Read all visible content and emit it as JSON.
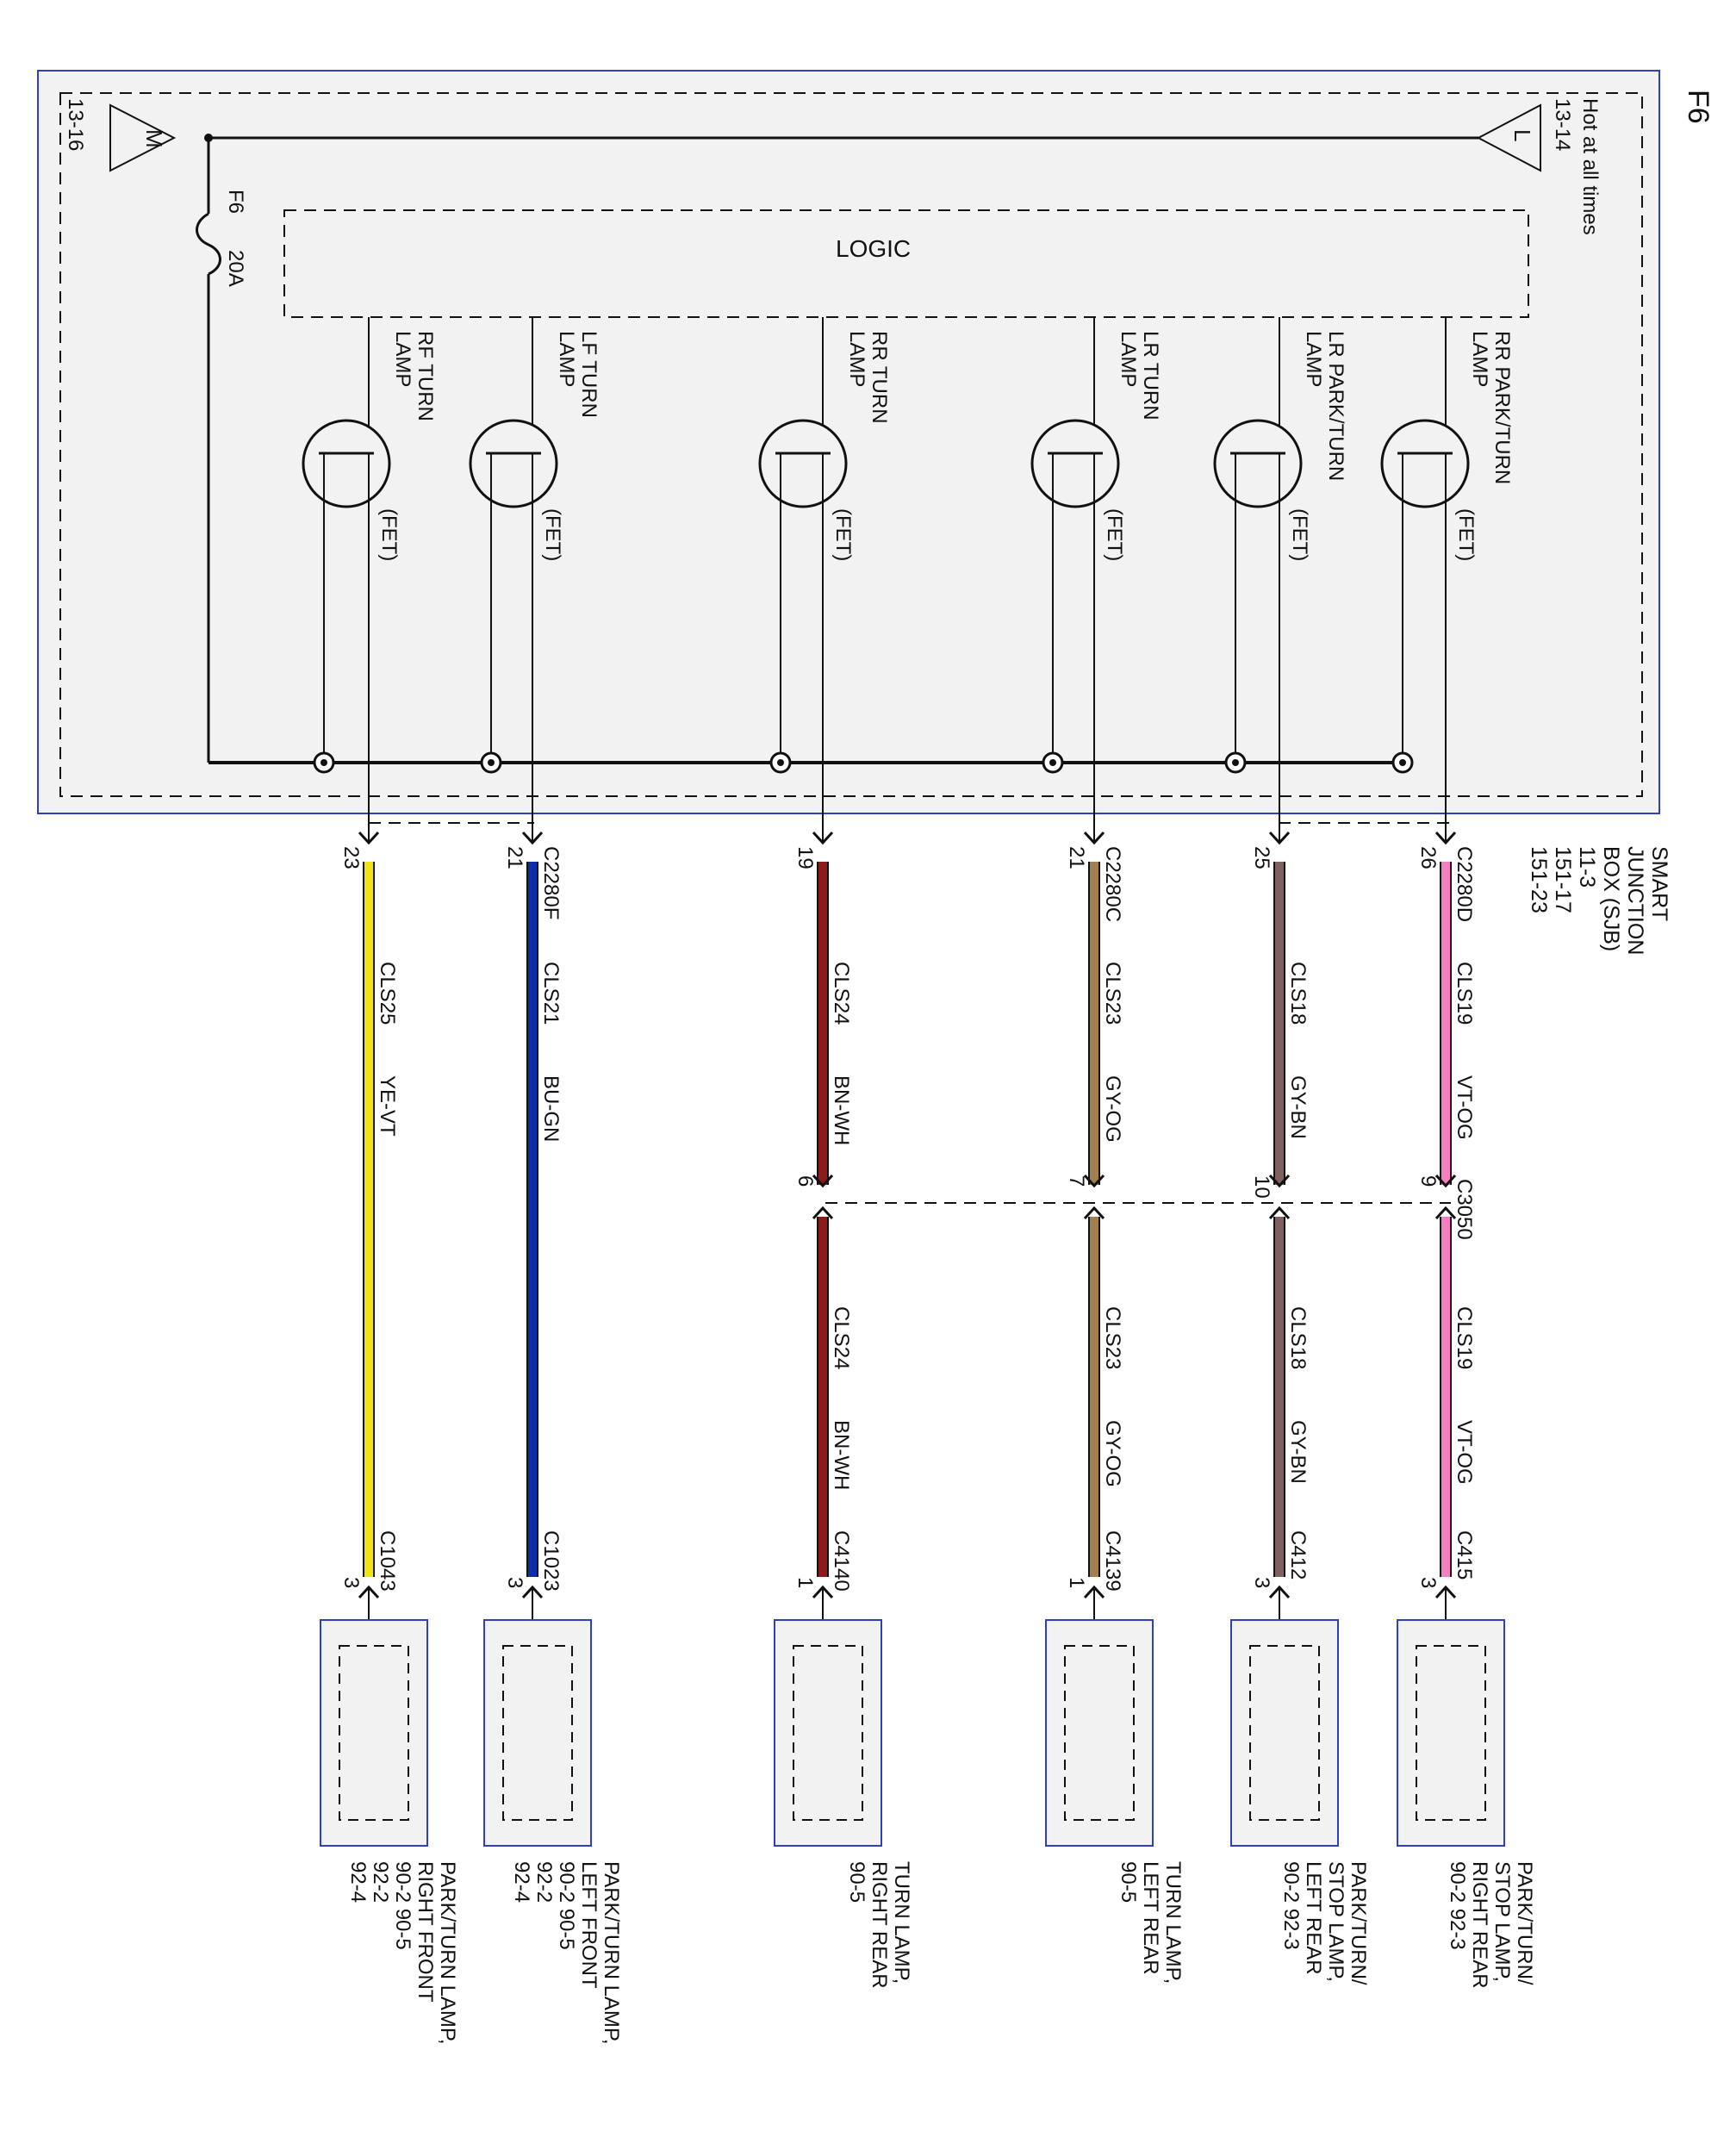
{
  "page_id": "F6",
  "sjb": {
    "label": [
      "SMART",
      "JUNCTION",
      "BOX (SJB)",
      "11-3",
      "151-17",
      "151-23"
    ],
    "hot_label": "Hot at all times",
    "logic_label": "LOGIC",
    "fuse_name": "F6",
    "fuse_rating": "20A",
    "fet_label": "(FET)",
    "terminal_l": {
      "letter": "L",
      "ref": "13-14"
    },
    "terminal_m": {
      "letter": "M",
      "ref": "13-16"
    }
  },
  "circuits": [
    {
      "lamp": [
        "RR PARK/TURN",
        "LAMP"
      ],
      "sjb_conn": "C2280D",
      "sjb_pin": "26",
      "cls": "CLS19",
      "color_code": "VT-OG",
      "wire_color": "#f57fc0",
      "inline": {
        "conn": "C3050",
        "pin": "9"
      },
      "lamp_conn": "C415",
      "lamp_pin": "3",
      "dest": [
        "PARK/TURN/",
        "STOP LAMP,",
        "RIGHT REAR",
        "90-2  92-3"
      ]
    },
    {
      "lamp": [
        "LR PARK/TURN",
        "LAMP"
      ],
      "sjb_conn": "",
      "sjb_pin": "25",
      "cls": "CLS18",
      "color_code": "GY-BN",
      "wire_color": "#806060",
      "inline": {
        "conn": "",
        "pin": "10"
      },
      "lamp_conn": "C412",
      "lamp_pin": "3",
      "dest": [
        "PARK/TURN/",
        "STOP LAMP,",
        "LEFT REAR",
        "90-2  92-3"
      ]
    },
    {
      "lamp": [
        "LR TURN",
        "LAMP"
      ],
      "sjb_conn": "C2280C",
      "sjb_pin": "21",
      "cls": "CLS23",
      "color_code": "GY-OG",
      "wire_color": "#a08050",
      "inline": {
        "conn": "",
        "pin": "7"
      },
      "lamp_conn": "C4139",
      "lamp_pin": "1",
      "dest": [
        "TURN LAMP,",
        "LEFT REAR",
        "90-5"
      ]
    },
    {
      "lamp": [
        "RR TURN",
        "LAMP"
      ],
      "sjb_conn": "",
      "sjb_pin": "19",
      "cls": "CLS24",
      "color_code": "BN-WH",
      "wire_color": "#8b1a1a",
      "inline": {
        "conn": "",
        "pin": "6"
      },
      "lamp_conn": "C4140",
      "lamp_pin": "1",
      "dest": [
        "TURN LAMP,",
        "RIGHT REAR",
        "90-5"
      ]
    },
    {
      "lamp": [
        "LF TURN",
        "LAMP"
      ],
      "sjb_conn": "C2280F",
      "sjb_pin": "21",
      "cls": "CLS21",
      "color_code": "BU-GN",
      "wire_color": "#0b2fa8",
      "inline": null,
      "lamp_conn": "C1023",
      "lamp_pin": "3",
      "dest": [
        "PARK/TURN LAMP,",
        "LEFT FRONT",
        "90-2       90-5",
        "92-2",
        "92-4"
      ]
    },
    {
      "lamp": [
        "RF TURN",
        "LAMP"
      ],
      "sjb_conn": "",
      "sjb_pin": "23",
      "cls": "CLS25",
      "color_code": "YE-VT",
      "wire_color": "#f2e21a",
      "inline": null,
      "lamp_conn": "C1043",
      "lamp_pin": "3",
      "dest": [
        "PARK/TURN LAMP,",
        "RIGHT FRONT",
        "90-2       90-5",
        "92-2",
        "92-4"
      ]
    }
  ]
}
